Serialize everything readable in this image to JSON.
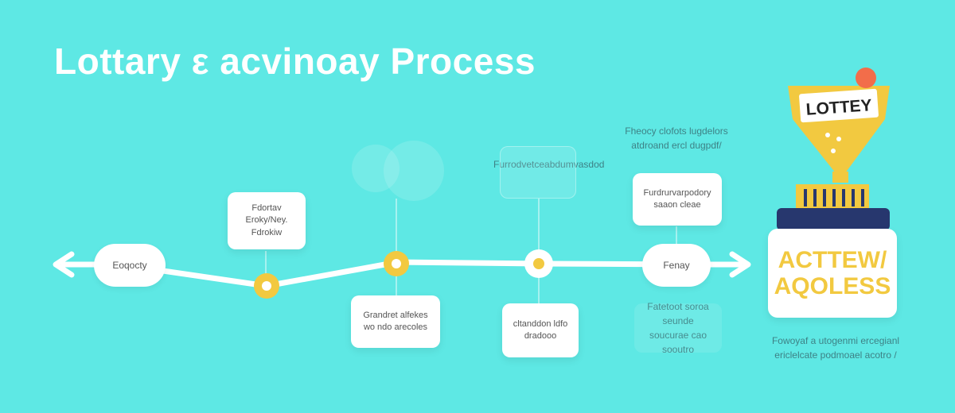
{
  "title": "Lottary ε acvinoay Process",
  "lottery_label": "LOTTEY",
  "active_card": "ACTTEW/\nAQOLESS",
  "pills": {
    "left": "Eoqocty",
    "right": "Fenay"
  },
  "boxes": {
    "upper_1": "Fdortav\nEroky/Ney.\nFdrokiw",
    "lower_1": "Grandret alfekes\nwo ndo arecoles",
    "lower_2": "cltanddon ldfo\ndradooo",
    "upper_4": "Furdrurvarpodory\nsaaon cleae"
  },
  "labels": {
    "top_mid": "Furrodvetceabdumvasdod",
    "top_right": "Fheocy clofots lugdelors\natdroand ercl dugpdf/",
    "lower_right": "Fatetoot soroa seunde\nsoucurae cao sooutro",
    "bottom_right": "Fowoyaf a utogenmi ercegianl\nericlelcate podmoael acotro /"
  },
  "colors": {
    "background": "#5ee8e4",
    "node": "#f2c940",
    "line": "#ffffff",
    "ticket_yellow": "#f2c940",
    "ticket_navy": "#27376e",
    "badge_red": "#f26d4a"
  }
}
